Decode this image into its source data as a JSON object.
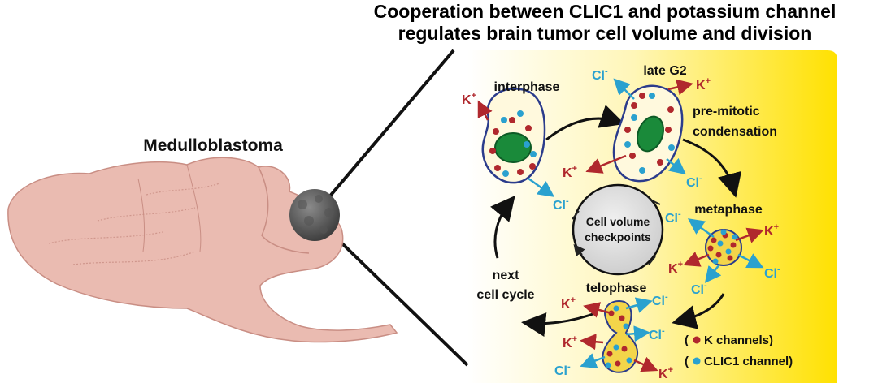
{
  "title": {
    "line1": "Cooperation between CLIC1 and potassium channel",
    "line2": "regulates brain tumor cell volume and division"
  },
  "tumor_label": "Medulloblastoma",
  "stages": {
    "interphase": "interphase",
    "late_g2": "late G2",
    "premitotic_line1": "pre-mitotic",
    "premitotic_line2": "condensation",
    "metaphase": "metaphase",
    "telophase": "telophase",
    "next_line1": "next",
    "next_line2": "cell cycle"
  },
  "center": {
    "line1": "Cell volume",
    "line2": "checkpoints"
  },
  "ions": {
    "k": "K",
    "cl": "Cl",
    "k_charge": "+",
    "cl_charge": "-"
  },
  "legend": {
    "k_label": "K channels)",
    "clic_label": "CLIC1 channel)",
    "open_paren": "("
  },
  "colors": {
    "k_channel": "#b0282d",
    "clic1_channel": "#2aa1cf",
    "nucleus": "#1a8a3a",
    "brain": "#e8b7ad",
    "panel_yellow": "#ffe100",
    "cell_border": "#2b3c8c"
  }
}
